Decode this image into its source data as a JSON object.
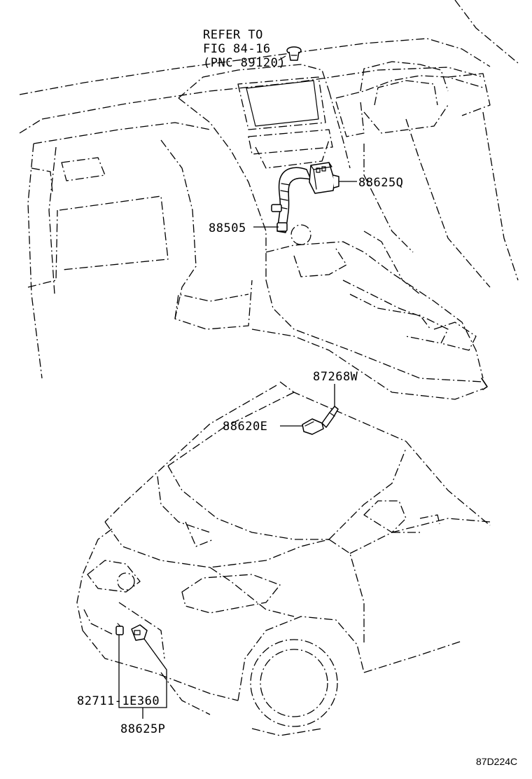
{
  "callouts": {
    "refer_line1": "REFER TO",
    "refer_line2": "FIG 84-16",
    "refer_line3": "(PNC 89120)",
    "part_88625q": "88625Q",
    "part_88505": "88505",
    "part_87268w": "87268W",
    "part_88620e": "88620E",
    "part_82711": "82711-1E360",
    "part_88625p": "88625P"
  },
  "figure_code": "87D224C"
}
